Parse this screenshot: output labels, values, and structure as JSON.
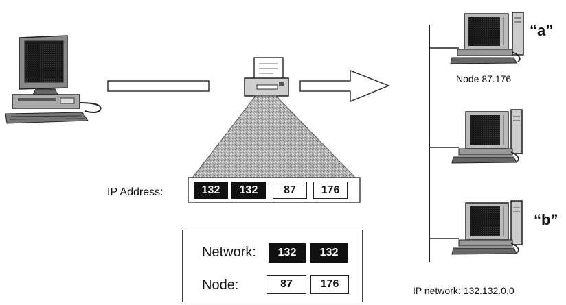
{
  "ip_label": "IP Address:",
  "ip_octets": [
    {
      "value": "132",
      "style": "dark"
    },
    {
      "value": "132",
      "style": "dark"
    },
    {
      "value": "87",
      "style": "light"
    },
    {
      "value": "176",
      "style": "light"
    }
  ],
  "network_label": "Network:",
  "network_octets": [
    "132",
    "132"
  ],
  "node_label": "Node:",
  "node_octets": [
    "87",
    "176"
  ],
  "node_a_caption": "Node 87.176",
  "marker_a": "“a”",
  "marker_b": "“b”",
  "ip_network_caption": "IP network: 132.132.0.0",
  "colors": {
    "dark_octet": "#111111",
    "light_octet": "#ffffff",
    "cone": "#a8a8a8"
  }
}
